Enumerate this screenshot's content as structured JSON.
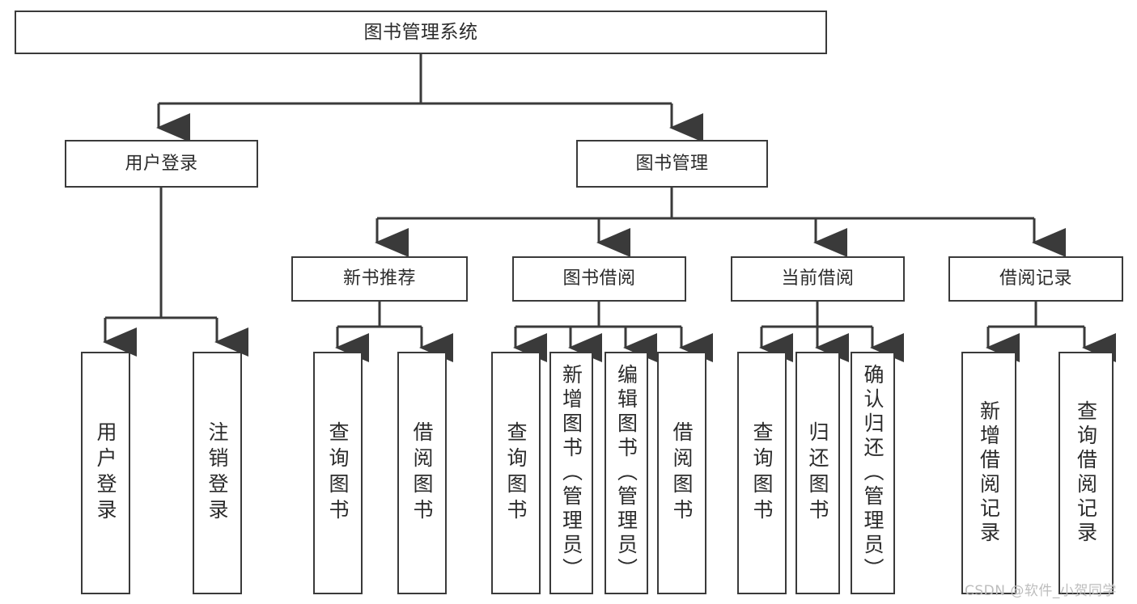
{
  "diagram": {
    "title": "图书管理系统",
    "type": "tree-hierarchy",
    "levels": 4,
    "root": {
      "label": "图书管理系统"
    },
    "level2": [
      {
        "label": "用户登录"
      },
      {
        "label": "图书管理"
      }
    ],
    "level3": [
      {
        "label": "新书推荐"
      },
      {
        "label": "图书借阅"
      },
      {
        "label": "当前借阅"
      },
      {
        "label": "借阅记录"
      }
    ],
    "leaves": {
      "user_login": [
        {
          "label": "用户登录"
        },
        {
          "label": "注销登录"
        }
      ],
      "new_book_recommend": [
        {
          "label": "查询图书"
        },
        {
          "label": "借阅图书"
        }
      ],
      "book_borrow": [
        {
          "label": "查询图书"
        },
        {
          "label": "新增图书（管理员）"
        },
        {
          "label": "编辑图书（管理员）"
        },
        {
          "label": "借阅图书"
        }
      ],
      "current_borrow": [
        {
          "label": "查询图书"
        },
        {
          "label": "归还图书"
        },
        {
          "label": "确认归还（管理员）"
        }
      ],
      "borrow_record": [
        {
          "label": "新增借阅记录"
        },
        {
          "label": "查询借阅记录"
        }
      ]
    }
  },
  "watermark": {
    "text": "CSDN @软件_小贺同学"
  },
  "colors": {
    "stroke": "#3a3a3a",
    "text": "#2b2b2b",
    "background": "#ffffff",
    "watermark": "#bdbdbd"
  }
}
